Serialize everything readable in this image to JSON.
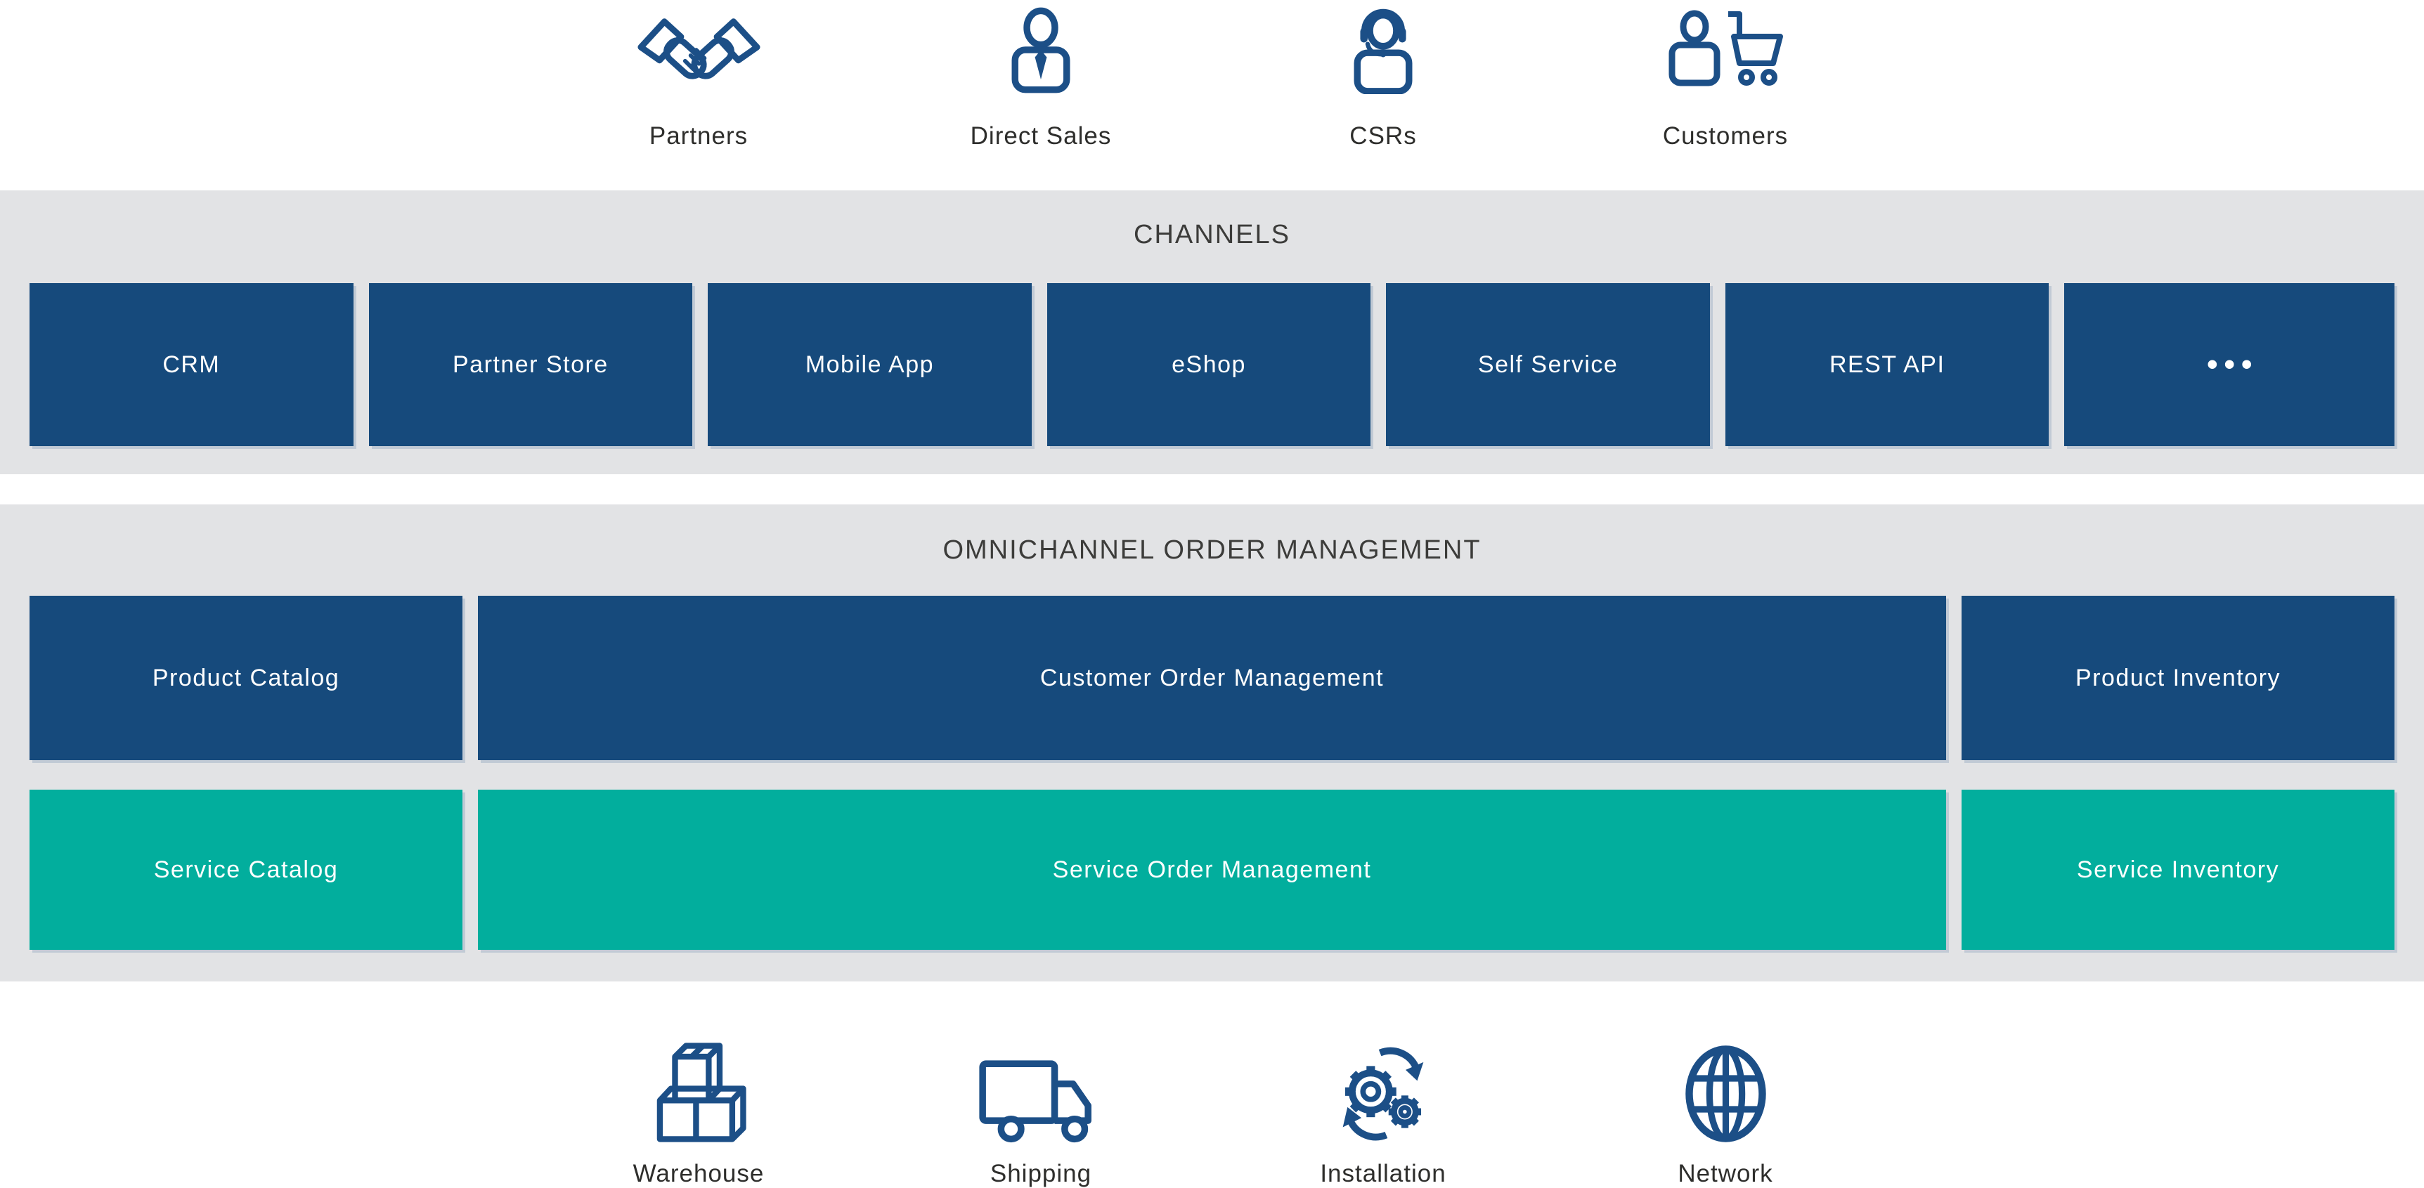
{
  "palette": {
    "navy_box": "#164A7C",
    "teal_box": "#02AE9D",
    "band_background": "#E2E3E5",
    "icon_stroke": "#1C4F87",
    "title_text": "#3C3C3A",
    "actor_label_text": "#2E2E2C",
    "box_text": "#FFFFFF",
    "page_background": "#FFFFFF"
  },
  "top_actors": {
    "items": [
      {
        "label": "Partners",
        "icon": "handshake-icon"
      },
      {
        "label": "Direct Sales",
        "icon": "salesperson-icon"
      },
      {
        "label": "CSRs",
        "icon": "support-agent-icon"
      },
      {
        "label": "Customers",
        "icon": "customer-cart-icon"
      }
    ]
  },
  "channels": {
    "title": "CHANNELS",
    "boxes": [
      "CRM",
      "Partner Store",
      "Mobile App",
      "eShop",
      "Self Service",
      "REST API",
      "•••"
    ]
  },
  "order_management": {
    "title": "OMNICHANNEL ORDER MANAGEMENT",
    "product_row": [
      "Product Catalog",
      "Customer Order Management",
      "Product Inventory"
    ],
    "service_row": [
      "Service Catalog",
      "Service Order Management",
      "Service Inventory"
    ]
  },
  "bottom_actors": {
    "items": [
      {
        "label": "Warehouse",
        "icon": "warehouse-boxes-icon"
      },
      {
        "label": "Shipping",
        "icon": "delivery-truck-icon"
      },
      {
        "label": "Installation",
        "icon": "gears-sync-icon"
      },
      {
        "label": "Network",
        "icon": "globe-icon"
      }
    ]
  }
}
